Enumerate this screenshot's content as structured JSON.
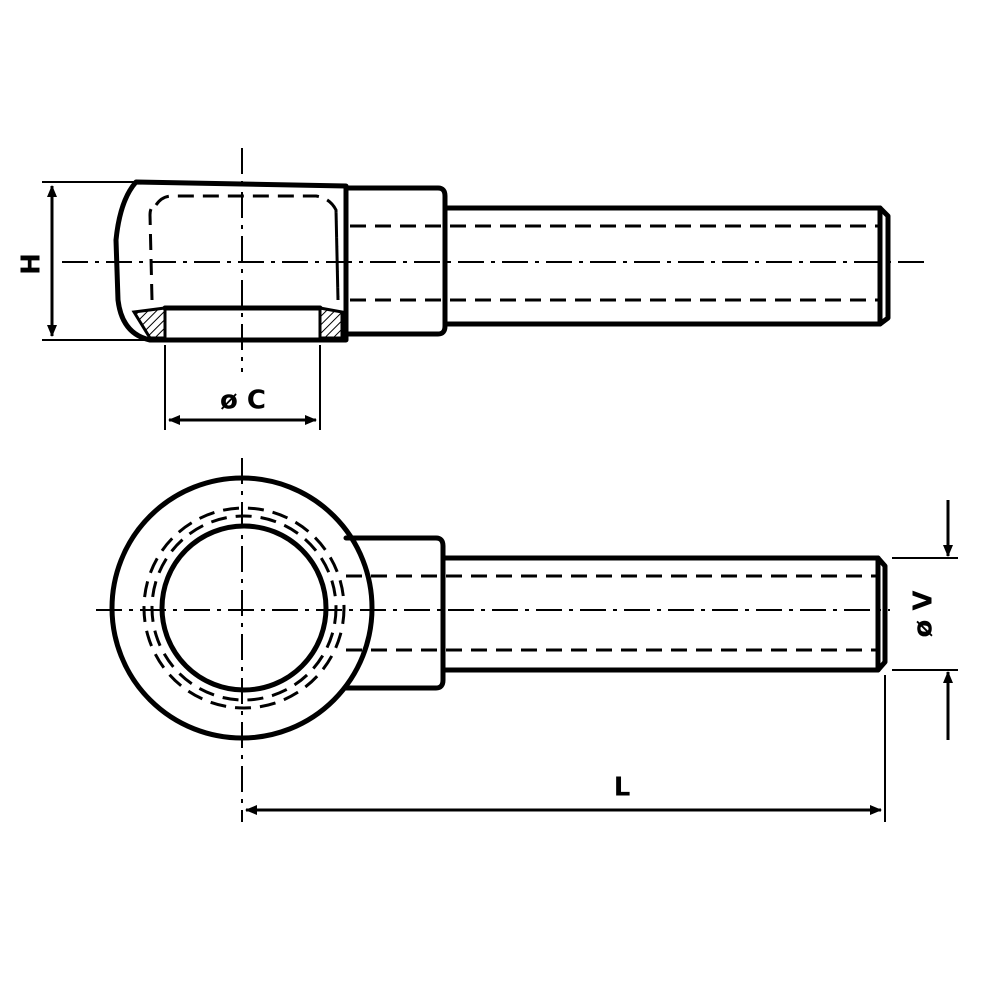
{
  "dimensions": {
    "height_label": "H",
    "eye_diameter_label": "ø C",
    "thread_diameter_label": "ø V",
    "length_label": "L"
  }
}
